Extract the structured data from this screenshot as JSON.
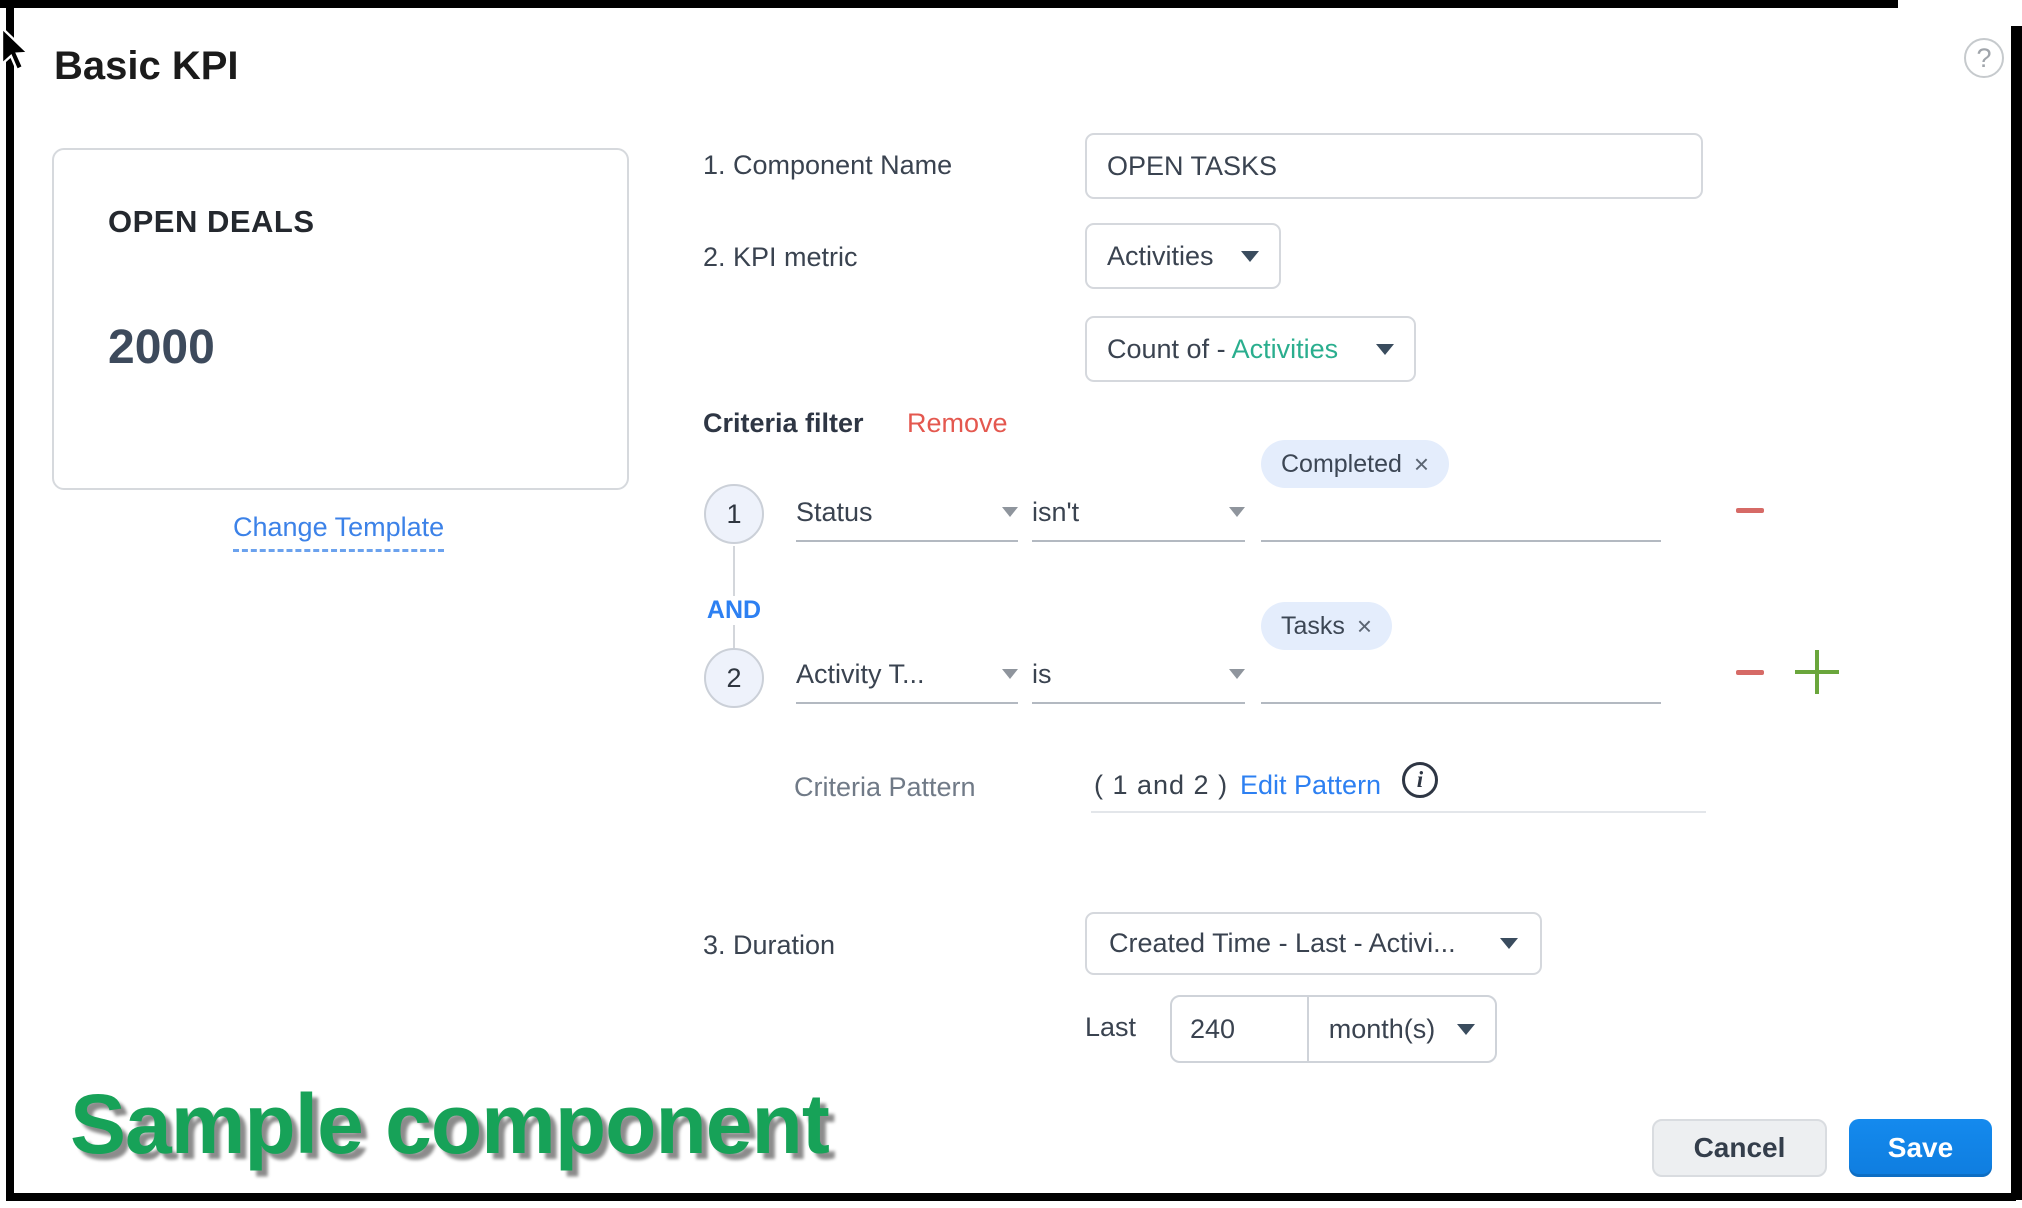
{
  "window": {
    "title": "Basic KPI"
  },
  "icons": {
    "help": "?",
    "close": "×",
    "info": "i"
  },
  "colors": {
    "link_blue": "#3c82e8",
    "accent_blue": "#2d80f2",
    "save_blue": "#1186ea",
    "metric_teal": "#2aae8e",
    "remove_red": "#e4584f",
    "minus_red": "#d66a66",
    "plus_green": "#6aa63c",
    "chip_blue_bg": "#e4edfc",
    "watermark_green": "#17a258"
  },
  "preview": {
    "card_title": "OPEN DEALS",
    "card_value": "2000",
    "change_template_label": "Change Template"
  },
  "form": {
    "component_name": {
      "label": "1. Component Name",
      "value": "OPEN TASKS"
    },
    "kpi_metric": {
      "label": "2. KPI metric",
      "module_value": "Activities",
      "aggregate_prefix": "Count of - ",
      "aggregate_value": "Activities"
    },
    "criteria": {
      "label": "Criteria filter",
      "remove_label": "Remove",
      "conjunction": "AND",
      "rows": [
        {
          "index": "1",
          "field": "Status",
          "operator": "isn't",
          "chip": "Completed"
        },
        {
          "index": "2",
          "field": "Activity T...",
          "operator": "is",
          "chip": "Tasks"
        }
      ],
      "pattern": {
        "label": "Criteria Pattern",
        "value": "( 1 and 2 )",
        "edit_label": "Edit Pattern"
      }
    },
    "duration": {
      "label": "3. Duration",
      "value": "Created Time - Last - Activi...",
      "last_label": "Last",
      "last_value": "240",
      "unit_value": "month(s)"
    }
  },
  "footer": {
    "cancel_label": "Cancel",
    "save_label": "Save"
  },
  "watermark": "Sample component"
}
